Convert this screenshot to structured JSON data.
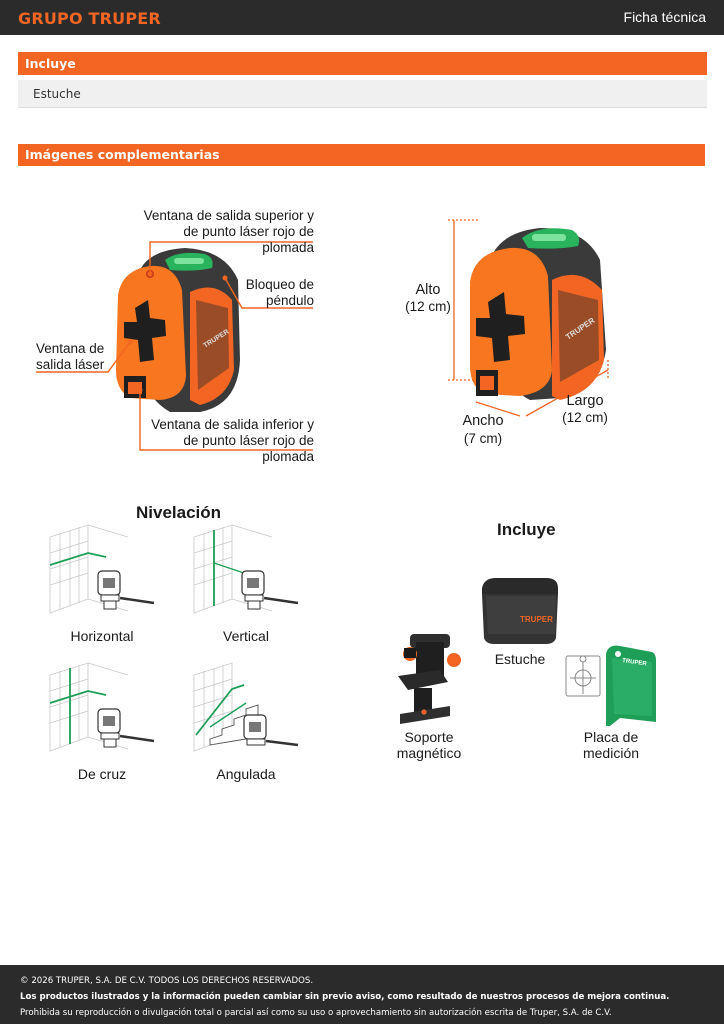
{
  "header": {
    "logo_text": "GRUPO TRUPER",
    "doc_type": "Ficha técnica"
  },
  "includes_section": {
    "title": "Incluye",
    "items": [
      "Estuche"
    ]
  },
  "images_section": {
    "title": "Imágenes complementarias"
  },
  "product_callouts": {
    "top_window": "Ventana de salida superior y de punto láser rojo de plomada",
    "pendulum_lock": "Bloqueo de péndulo",
    "side_window": "Ventana de salida láser",
    "bottom_window": "Ventana de salida inferior y de punto láser rojo de plomada"
  },
  "dimensions": {
    "height_label": "Alto",
    "height_value": "(12 cm)",
    "length_label": "Largo",
    "length_value": "(12 cm)",
    "width_label": "Ancho",
    "width_value": "(7 cm)"
  },
  "leveling": {
    "title": "Nivelación",
    "modes": [
      "Horizontal",
      "Vertical",
      "De cruz",
      "Angulada"
    ]
  },
  "includes_figure": {
    "title": "Incluye",
    "items": [
      "Estuche",
      "Soporte magnético",
      "Placa de medición"
    ]
  },
  "brand_text": "TRUPER",
  "colors": {
    "brand_orange": "#f26522",
    "dark_bar": "#2b2b2b",
    "laser_green": "#1e9e57"
  },
  "footer": {
    "line1": "© 2026 TRUPER, S.A. DE C.V. TODOS LOS DERECHOS RESERVADOS.",
    "line2": "Los productos ilustrados y la información pueden cambiar sin previo aviso, como resultado de nuestros procesos de mejora continua.",
    "line3": "Prohibida su reproducción o divulgación total o parcial así como su uso o aprovechamiento sin autorización escrita de Truper, S.A. de C.V."
  }
}
